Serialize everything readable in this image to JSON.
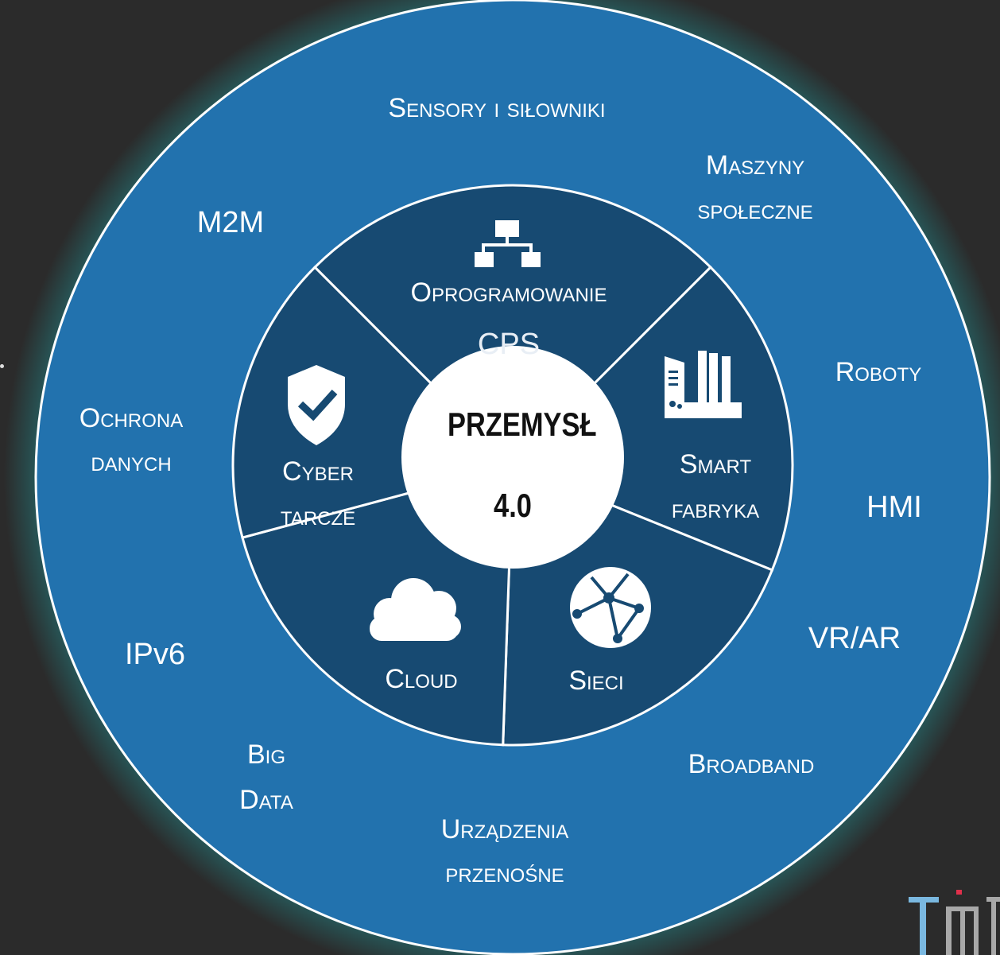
{
  "colors": {
    "background": "#2b2b2b",
    "outer_ring": "#2272ae",
    "inner_ring": "#174a72",
    "glow": "#1fa4a8",
    "center": "#ffffff",
    "logo_accent": "#e0304b"
  },
  "center": {
    "line1": "PRZEMYSŁ",
    "line2": "4.0"
  },
  "inner_segments": [
    {
      "id": "software",
      "icon": "hierarchy-icon",
      "line1": "Oprogramowanie",
      "line2": "CPS"
    },
    {
      "id": "smart-factory",
      "icon": "factory-icon",
      "line1": "Smart",
      "line2": "fabryka"
    },
    {
      "id": "networks",
      "icon": "globe-network-icon",
      "line1": "Sieci"
    },
    {
      "id": "cloud",
      "icon": "cloud-icon",
      "line1": "Cloud"
    },
    {
      "id": "cyber",
      "icon": "shield-check-icon",
      "line1": "Cyber",
      "line2": "tarcze"
    }
  ],
  "outer_labels": {
    "sensors": "Sensory i siłowniki",
    "social_machines_1": "Maszyny",
    "social_machines_2": "społeczne",
    "m2m": "M2M",
    "robots": "Roboty",
    "data_protection_1": "Ochrona",
    "data_protection_2": "danych",
    "hmi": "HMI",
    "vrar": "VR/AR",
    "ipv6": "IPv6",
    "broadband": "Broadband",
    "bigdata_1": "Big",
    "bigdata_2": "Data",
    "mobile_1": "Urządzenia",
    "mobile_2": "przenośne"
  },
  "logo": {
    "icon": "tm-logo-icon"
  }
}
